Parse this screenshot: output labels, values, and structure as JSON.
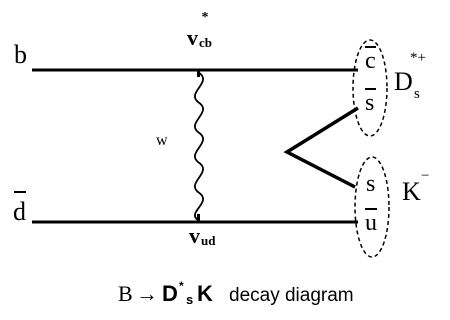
{
  "diagram": {
    "left_quarks": {
      "top": "b",
      "bottom": "d"
    },
    "vertices": {
      "top_label_main": "v",
      "top_label_star": "*",
      "top_label_sub": "cb",
      "bottom_label_main": "v",
      "bottom_label_sub": "ud"
    },
    "boson": {
      "label": "w"
    },
    "right_quarks": {
      "c": "c",
      "s_bar": "s",
      "s": "s",
      "u_bar": "u"
    },
    "mesons": {
      "ds_main": "D",
      "ds_sub": "s",
      "ds_sup": "*+",
      "k_main": "K",
      "k_sup": "−"
    }
  },
  "caption": {
    "b": "B",
    "arrow": "→",
    "d": "D",
    "d_star": "*",
    "s": "s",
    "k": "K",
    "text": "decay diagram"
  }
}
